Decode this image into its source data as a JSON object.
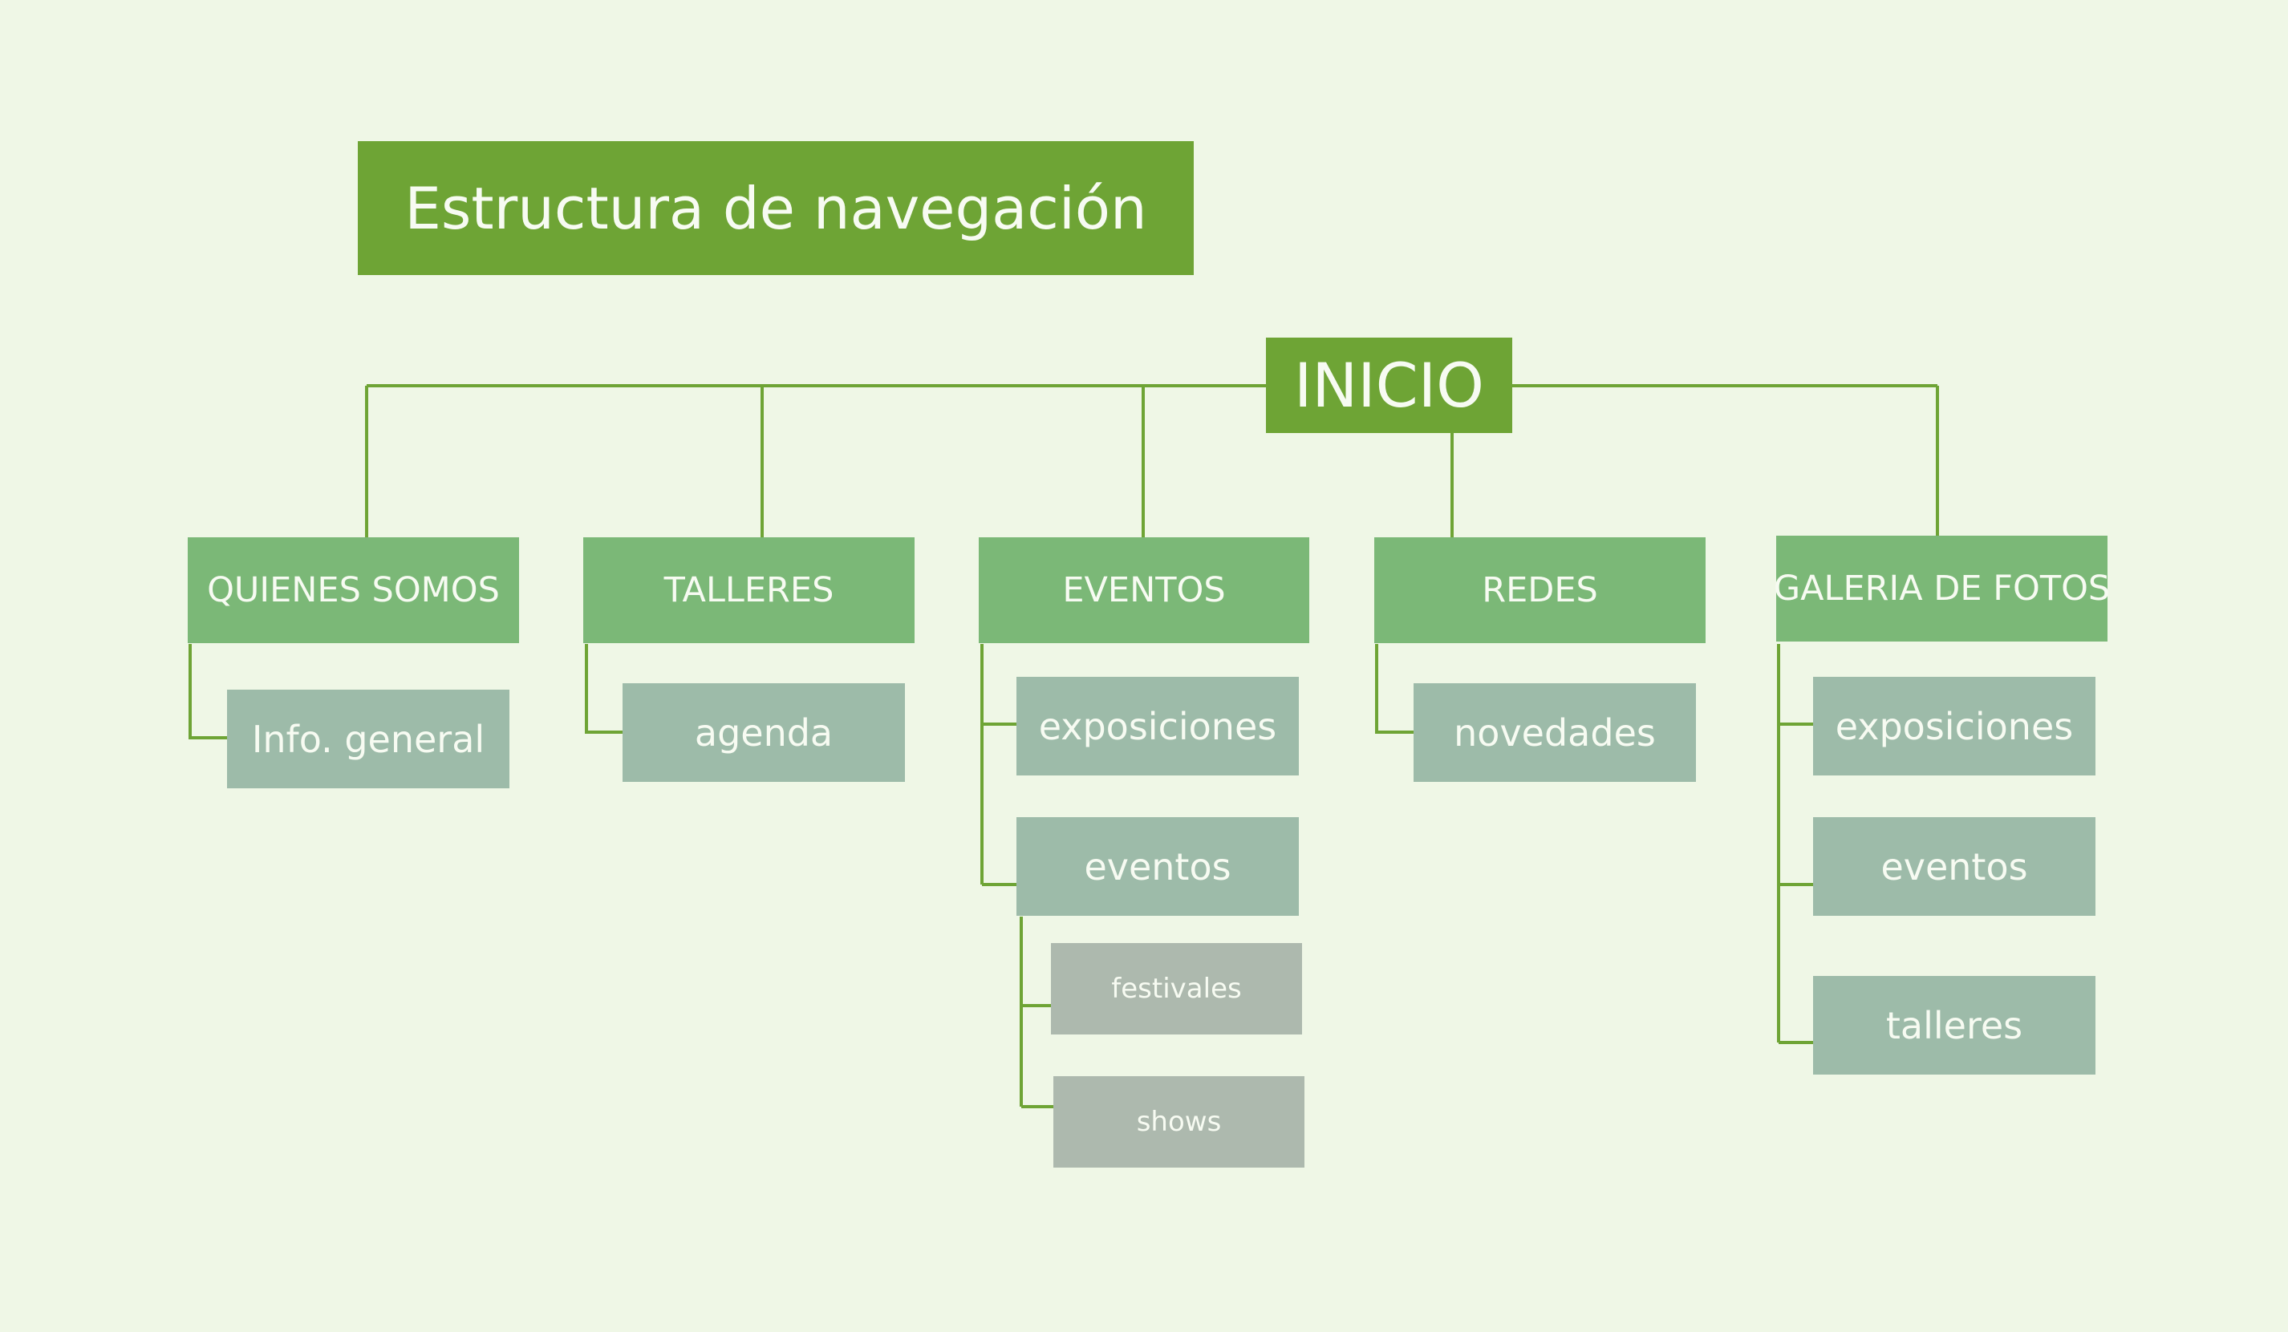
{
  "title": "Estructura de navegación",
  "root": "INICIO",
  "sections": [
    {
      "label": "QUIENES SOMOS",
      "children": [
        {
          "label": "Info. general"
        }
      ]
    },
    {
      "label": "TALLERES",
      "children": [
        {
          "label": "agenda"
        }
      ]
    },
    {
      "label": "EVENTOS",
      "children": [
        {
          "label": "exposiciones"
        },
        {
          "label": "eventos",
          "children": [
            {
              "label": "festivales"
            },
            {
              "label": "shows"
            }
          ]
        }
      ]
    },
    {
      "label": "REDES",
      "children": [
        {
          "label": "novedades"
        }
      ]
    },
    {
      "label": "GALERIA DE FOTOS",
      "children": [
        {
          "label": "exposiciones"
        },
        {
          "label": "eventos"
        },
        {
          "label": "talleres"
        }
      ]
    }
  ],
  "colors": {
    "background": "#eff7e6",
    "header_green": "#6ea435",
    "section_green": "#7bb877",
    "subpage": "#9dbba9",
    "subsubpage": "#adb9ae",
    "connector": "#6ea435"
  }
}
